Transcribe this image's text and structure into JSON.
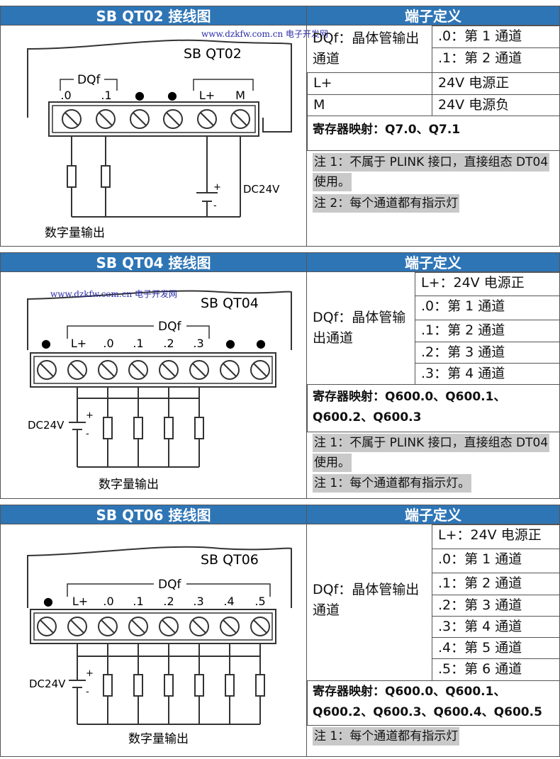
{
  "watermark": "www.dzkfw.com.cn 电子开发网",
  "sections": [
    {
      "header_left": "SB QT02 接线图",
      "header_right": "端子定义",
      "module_name": "SB QT02",
      "group_label": "DQf",
      "terminal_labels": [
        ".0",
        ".1",
        "●",
        "●",
        "L+",
        "M"
      ],
      "supply_label": "DC24V",
      "plus": "+",
      "minus": "-",
      "output_caption": "数字量输出",
      "channel_group": "DQf：晶体管输出通道",
      "rows": [
        ".0：第 1 通道",
        ".1：第 2 通道"
      ],
      "power_rows": [
        [
          "L+",
          "24V 电源正"
        ],
        [
          "M",
          "24V 电源负"
        ]
      ],
      "register_map": "寄存器映射：Q7.0、Q7.1",
      "notes": [
        "注 1：不属于 PLINK 接口，直接组态 DT04",
        "使用。",
        "注 2：每个通道都有指示灯"
      ]
    },
    {
      "header_left": "SB QT04 接线图",
      "header_right": "端子定义",
      "module_name": "SB QT04",
      "group_label": "DQf",
      "terminal_labels": [
        "●",
        "L+",
        ".0",
        ".1",
        ".2",
        ".3",
        "●",
        "●"
      ],
      "supply_label": "DC24V",
      "plus": "+",
      "minus": "-",
      "output_caption": "数字量输出",
      "channel_group": "DQf：晶体管输出通道",
      "rows": [
        "L+：24V 电源正",
        ".0：第 1 通道",
        ".1：第 2 通道",
        ".2：第 3 通道",
        ".3：第 4 通道"
      ],
      "register_map": "寄存器映射：Q600.0、Q600.1、Q600.2、Q600.3",
      "notes": [
        "注 1：不属于 PLINK 接口，直接组态 DT04",
        "使用。",
        "注 1：每个通道都有指示灯。"
      ]
    },
    {
      "header_left": "SB QT06 接线图",
      "header_right": "端子定义",
      "module_name": "SB QT06",
      "group_label": "DQf",
      "terminal_labels": [
        "●",
        "L+",
        ".0",
        ".1",
        ".2",
        ".3",
        ".4",
        ".5"
      ],
      "supply_label": "DC24V",
      "plus": "+",
      "minus": "-",
      "output_caption": "数字量输出",
      "channel_group": "DQf：晶体管输出通道",
      "rows": [
        "L+：24V 电源正",
        ".0：第 1 通道",
        ".1：第 2 通道",
        ".2：第 3 通道",
        ".3：第 4 通道",
        ".4：第 5 通道",
        ".5：第 6 通道"
      ],
      "register_map": "寄存器映射：Q600.0、Q600.1、Q600.2、Q600.3、Q600.4、Q600.5",
      "notes": [
        "注 1：每个通道都有指示灯"
      ]
    }
  ]
}
